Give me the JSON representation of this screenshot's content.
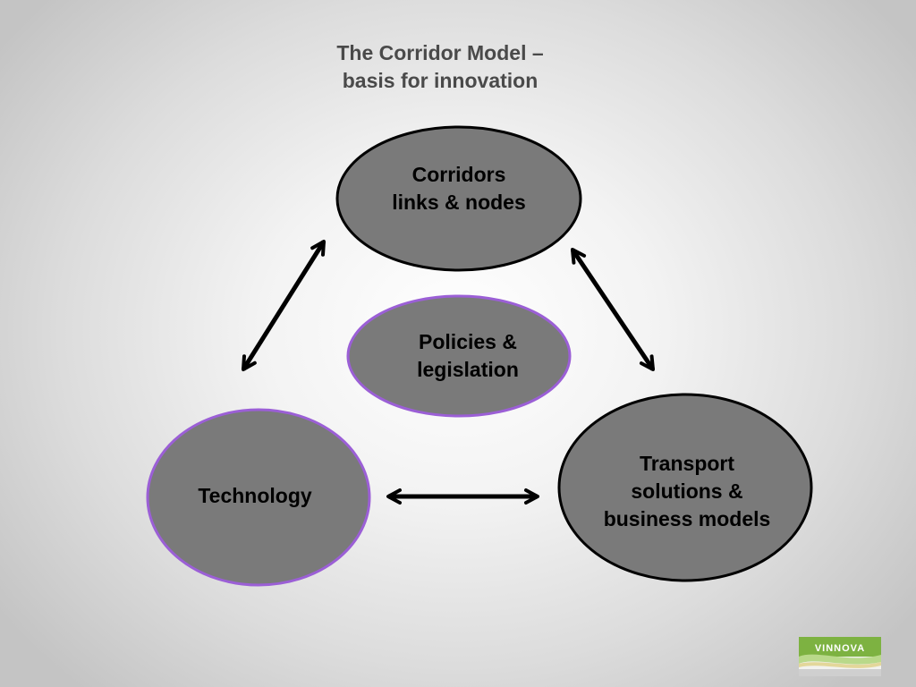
{
  "title": {
    "line1": "The Corridor Model –",
    "line2": "basis for innovation"
  },
  "nodes": {
    "corridors": {
      "line1": "Corridors",
      "line2": "links & nodes"
    },
    "policies": {
      "line1": "Policies &",
      "line2": "legislation"
    },
    "technology": {
      "line1": "Technology"
    },
    "transport": {
      "line1": "Transport",
      "line2": "solutions &",
      "line3": "business models"
    }
  },
  "logo": {
    "text": "VINNOVA"
  },
  "colors": {
    "node_fill": "#7a7a7a",
    "black_outline": "#000000",
    "purple_outline": "#9b5fd6",
    "title_text": "#4a4a4a",
    "logo_green": "#7db241"
  }
}
